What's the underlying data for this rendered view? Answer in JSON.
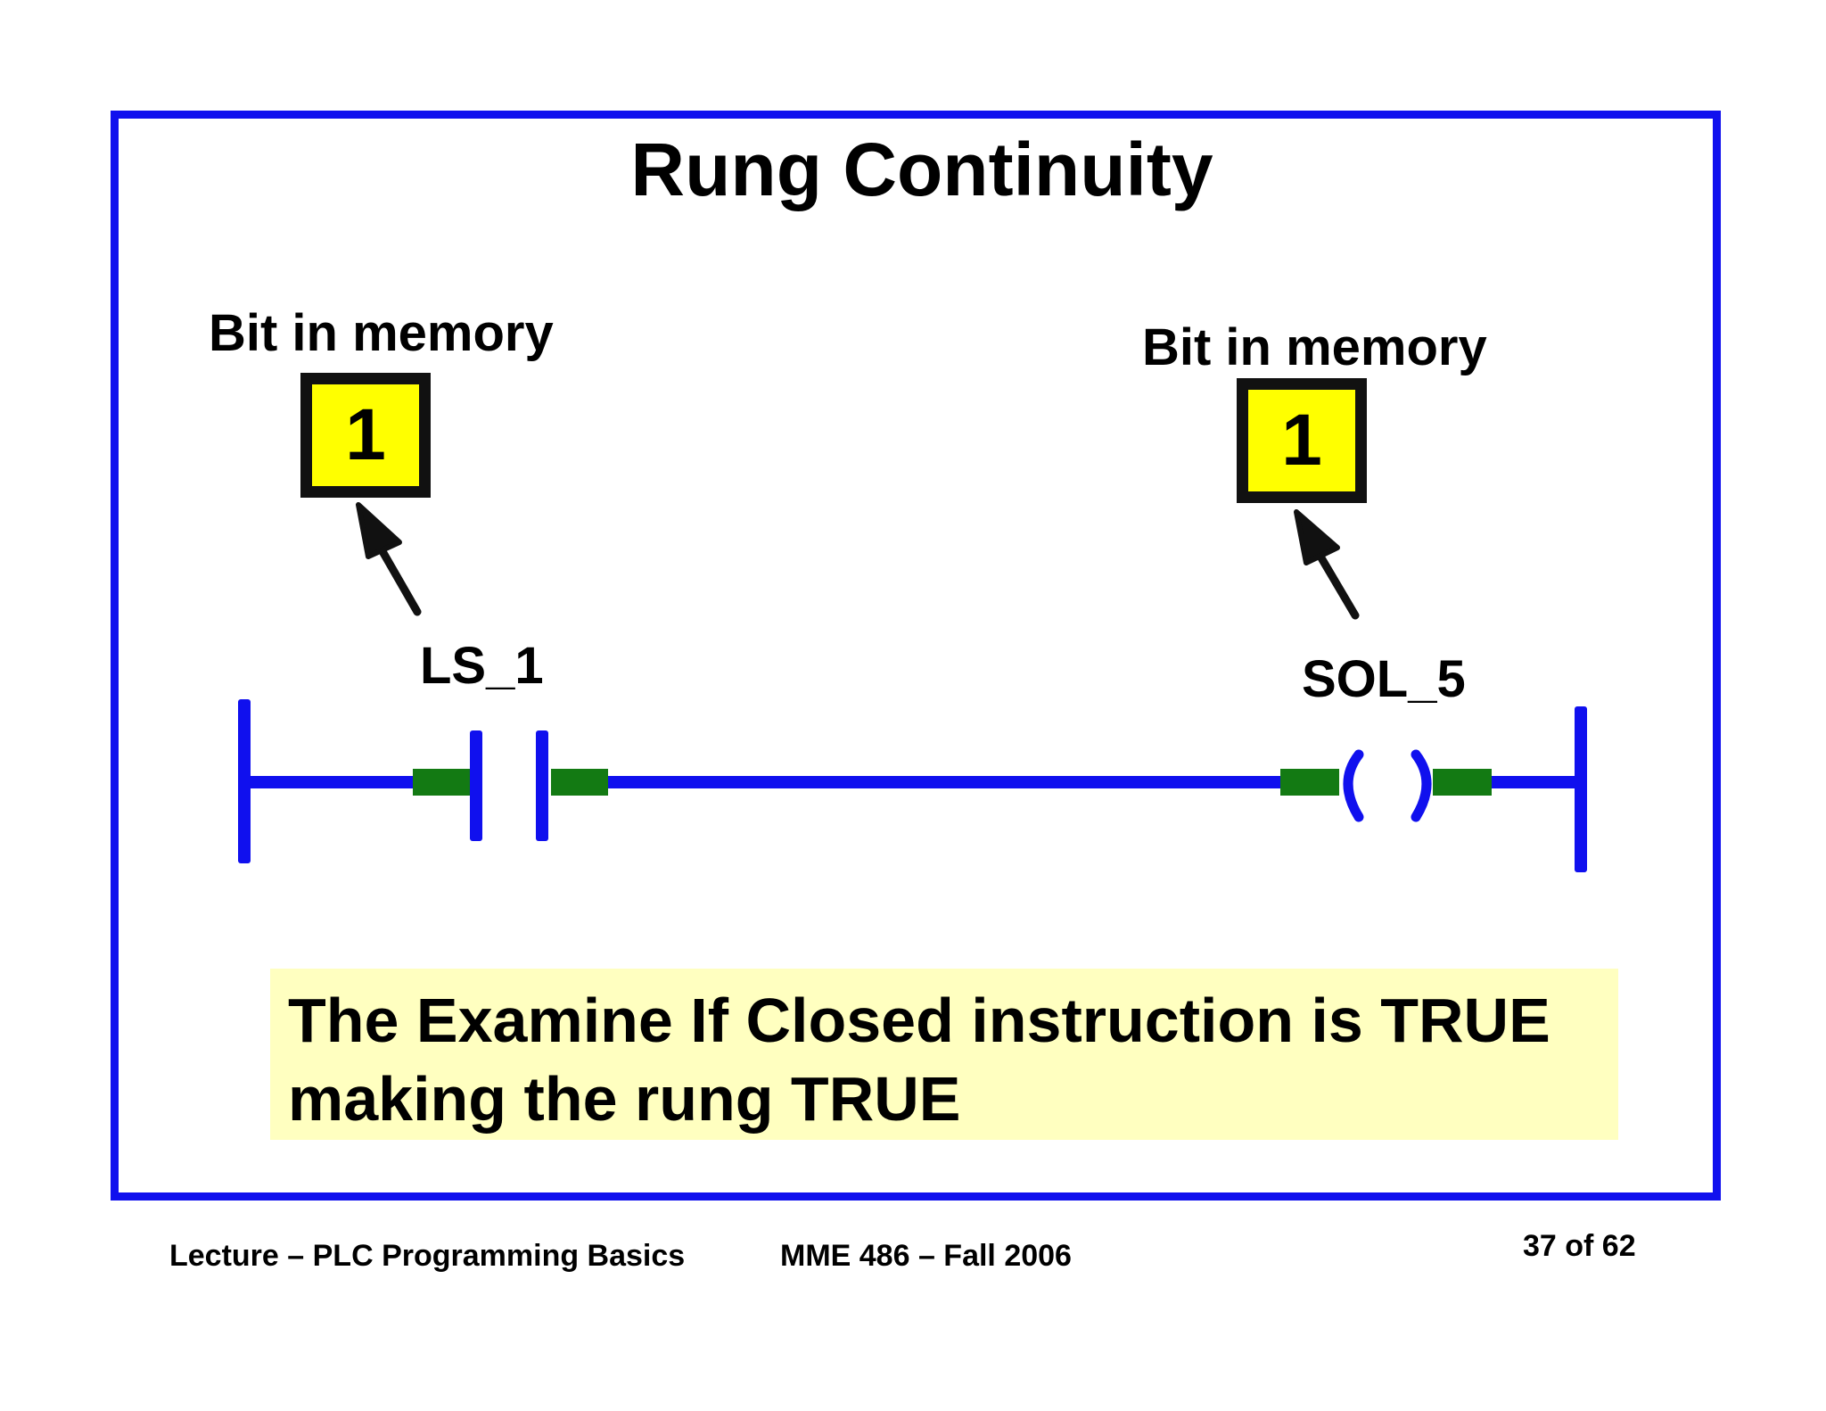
{
  "slide": {
    "title": "Rung Continuity",
    "left_memory": {
      "label": "Bit in memory",
      "value": "1"
    },
    "right_memory": {
      "label": "Bit in memory",
      "value": "1"
    },
    "contact_tag": "LS_1",
    "coil_tag": "SOL_5",
    "note_lines": [
      "The Examine If Closed instruction is TRUE",
      "making the rung TRUE"
    ]
  },
  "footer": {
    "lecture": "Lecture – PLC Programming Basics",
    "course": "MME 486 – Fall 2006",
    "page": "37 of 62"
  },
  "colors": {
    "frame": "#1010ee",
    "rail": "#1010ee",
    "energized": "#137a13",
    "memory_fill": "#ffff00",
    "note_fill": "#ffffc0"
  }
}
